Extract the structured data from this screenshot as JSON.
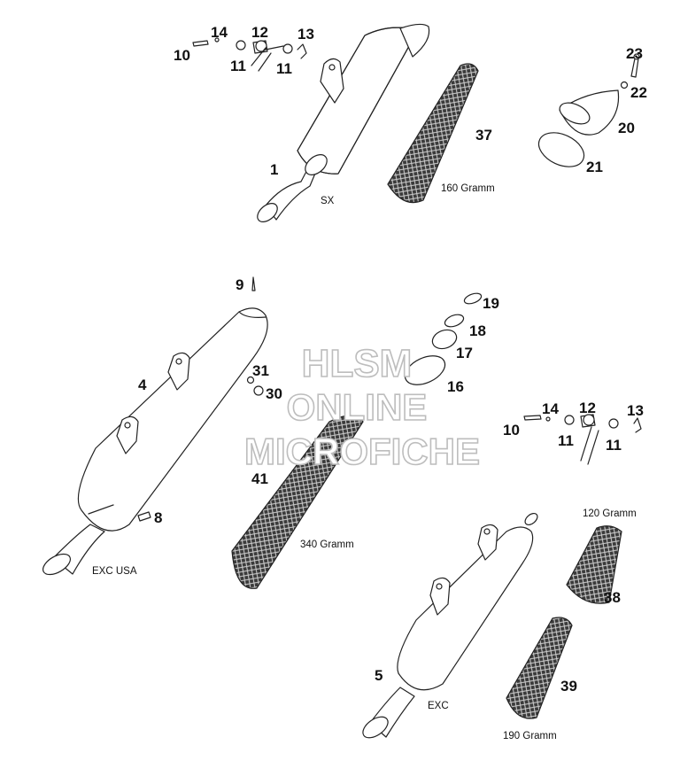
{
  "callouts": {
    "c1": "1",
    "c4": "4",
    "c5": "5",
    "c8": "8",
    "c9": "9",
    "c10a": "10",
    "c11a": "11",
    "c11b": "11",
    "c12a": "12",
    "c13a": "13",
    "c14a": "14",
    "c10b": "10",
    "c11c": "11",
    "c11d": "11",
    "c12b": "12",
    "c13b": "13",
    "c14b": "14",
    "c16": "16",
    "c17": "17",
    "c18": "18",
    "c19": "19",
    "c20": "20",
    "c21": "21",
    "c22": "22",
    "c23": "23",
    "c30": "30",
    "c31": "31",
    "c37": "37",
    "c38": "38",
    "c39": "39",
    "c41": "41"
  },
  "captions": {
    "sx": "SX",
    "exc_usa": "EXC USA",
    "exc": "EXC",
    "gramm_160": "160 Gramm",
    "gramm_340": "340 Gramm",
    "gramm_120": "120 Gramm",
    "gramm_190": "190 Gramm"
  },
  "watermark": {
    "line1": "HLSM",
    "line2": "ONLINE",
    "line3": "MICROFICHE",
    "color": "#bdbdbd"
  }
}
